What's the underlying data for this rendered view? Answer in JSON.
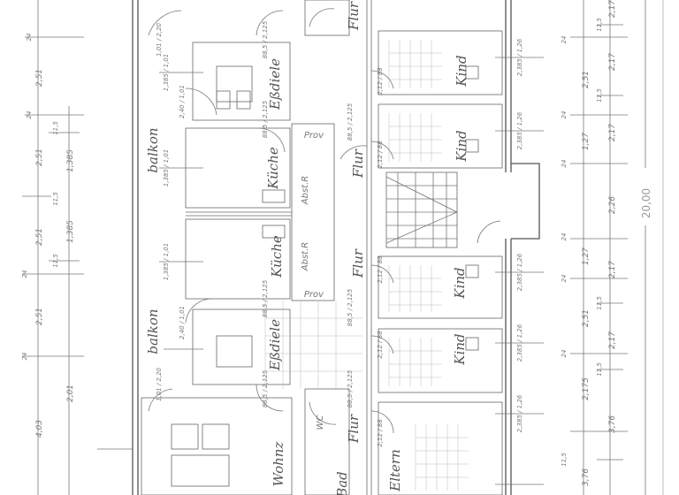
{
  "rooms": {
    "balkon": "balkon",
    "kueche": "Küche",
    "essdiele": "Eßdiele",
    "kind": "Kind",
    "eltern": "Eltern",
    "wohnz": "Wohnz",
    "flur": "Flur",
    "abst": "Abst.R",
    "prov": "Prov",
    "bad": "Bad",
    "wc": "WC"
  },
  "dimensions_right": {
    "total": "20,00",
    "d217": "2,17",
    "d251": "2,51",
    "d127": "1,27",
    "d226": "2,26",
    "d2175": "2,175",
    "d376": "3,76",
    "d24": "24",
    "d115": "11,5"
  },
  "dimensions_left": {
    "d251": "2,51",
    "d1385": "1,385",
    "d403": "4,03",
    "d24": "24",
    "d115": "11,5",
    "d201": "2,01"
  },
  "openings": {
    "window_kind": "2,385 / 1,26",
    "window_kueche": "1,385 / 1,01",
    "door_balkon": "2,40 / 1,01",
    "door_room": "2,12 / 88",
    "door_dielen": "88,5 / 2,125",
    "door_small": "1,01 / 2,20"
  }
}
